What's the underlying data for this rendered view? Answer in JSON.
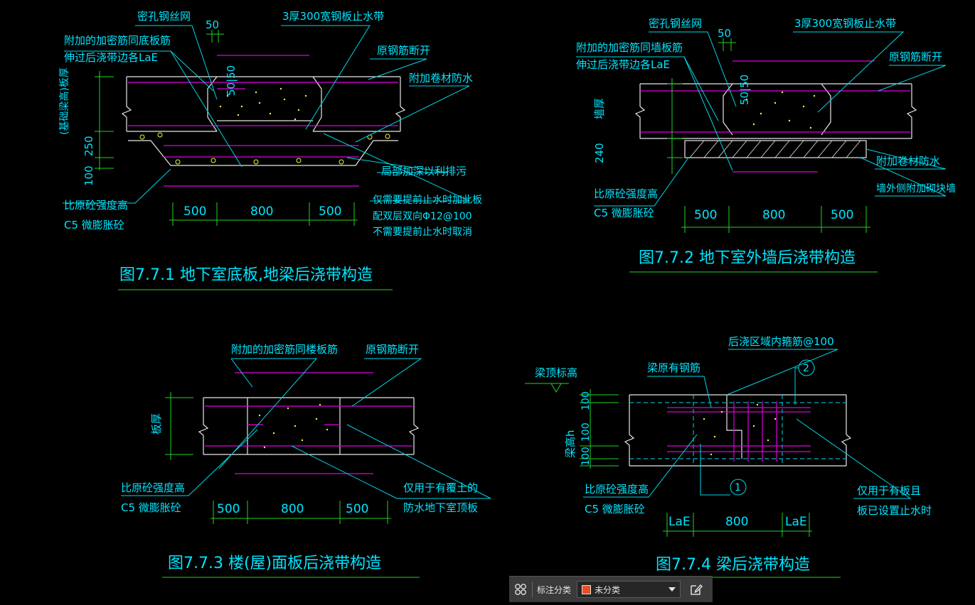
{
  "drawing": {
    "fig1": {
      "caption": "图7.7.1  地下室底板,地梁后浇带构造",
      "labels": {
        "mesh": "密孔钢丝网",
        "dim_50": "50",
        "steel_plate": "3厚300宽钢板止水带",
        "extra_bar_1": "附加的加密筋同底板筋",
        "extra_bar_2": "伸过后浇带边各LaE",
        "orig_bar_cut": "原钢筋断开",
        "waterproof": "附加卷材防水",
        "vert_label": "(基础梁高)板厚",
        "dim_250": "250",
        "dim_100": "100",
        "deepen": "局部加深以利排污",
        "stop_plate": "仅需要提前止水时加此板",
        "rebar": "配双层双向Φ12@100",
        "cancel": "不需要提前止水时取消",
        "concrete_1": "比原砼强度高",
        "concrete_2": "C5 微膨胀砼",
        "dim_500a": "500",
        "dim_800": "800",
        "dim_500b": "500",
        "dim_5050": "50|50"
      }
    },
    "fig2": {
      "caption": "图7.7.2  地下室外墙后浇带构造",
      "labels": {
        "mesh": "密孔钢丝网",
        "dim_50": "50",
        "steel_plate": "3厚300宽钢板止水带",
        "extra_bar_1": "附加的加密筋同墙板筋",
        "extra_bar_2": "伸过后浇带边各LaE",
        "orig_bar_cut": "原钢筋断开",
        "wall_thk": "墙厚",
        "dim_240": "240",
        "waterproof": "附加卷材防水",
        "brick": "墙外侧附加砌块墙",
        "concrete_1": "比原砼强度高",
        "concrete_2": "C5 微膨胀砼",
        "dim_500a": "500",
        "dim_800": "800",
        "dim_500b": "500",
        "dim_5050": "50|50"
      }
    },
    "fig3": {
      "caption": "图7.7.3  楼(屋)面板后浇带构造",
      "labels": {
        "extra_bar": "附加的加密筋同楼板筋",
        "orig_bar_cut": "原钢筋断开",
        "slab_thk": "板厚",
        "concrete_1": "比原砼强度高",
        "concrete_2": "C5 微膨胀砼",
        "only_1": "仅用于有覆土的",
        "only_2": "防水地下室顶板",
        "dim_500a": "500",
        "dim_800": "800",
        "dim_500b": "500"
      }
    },
    "fig4": {
      "caption": "图7.7.4  梁后浇带构造",
      "labels": {
        "stirrup": "后浇区域内箍筋@100",
        "beam_top": "梁顶标高",
        "beam_bar": "梁原有钢筋",
        "circle_2": "2",
        "beam_h": "梁高h",
        "dim_100a": "100",
        "dim_100b": "100",
        "dim_100c": "100",
        "circle_1": "1",
        "concrete_1": "比原砼强度高",
        "concrete_2": "C5 微膨胀砼",
        "only_1": "仅用于有板且",
        "only_2": "板已设置止水时",
        "dim_lae_a": "LaE",
        "dim_800": "800",
        "dim_lae_b": "LaE"
      }
    }
  },
  "toolbar": {
    "grid_icon": "grid-icon",
    "label": "标注分类",
    "selected": "未分类",
    "swatch_color": "#e8501e",
    "dropdown_icon": "chevron-down-icon",
    "edit_icon": "edit-icon"
  },
  "colors": {
    "background": "#000000",
    "text": "#00e5ff",
    "dimension": "#1fd41f",
    "rebar": "#e000e0",
    "outline": "#e8e8e8"
  }
}
